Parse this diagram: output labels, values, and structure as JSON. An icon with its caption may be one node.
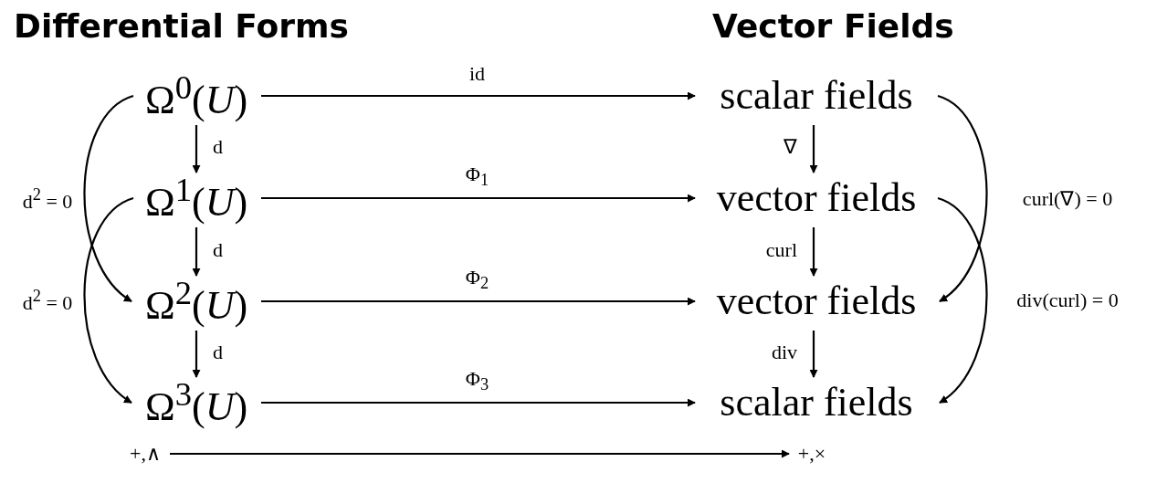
{
  "diagram": {
    "nodes": [
      {
        "text": [
          "Ω$^{0}$(*U*)"
        ]
      },
      {
        "text": [
          "Ω$^{1}$(*U*)"
        ]
      },
      {
        "text": [
          "Ω$^{2}$(*U*)"
        ]
      },
      {
        "text": [
          "Ω$^{3}$(*U*)"
        ]
      },
      {
        "text": [
          "scalar fields"
        ]
      },
      {
        "text": [
          "vector fields"
        ]
      },
      {
        "text": [
          "vector fields"
        ]
      },
      {
        "text": [
          "scalar fields"
        ]
      },
      {
        "text": [
          "+,∧"
        ]
      },
      {
        "text": [
          "+,×"
        ]
      }
    ],
    "edges": [
      {
        "from": 0,
        "to": 4,
        "arrow": "to",
        "label": "id"
      },
      {
        "from": 1,
        "to": 5,
        "arrow": "to",
        "label": "Φ$_{1}$"
      },
      {
        "from": 2,
        "to": 6,
        "arrow": "to",
        "label": "Φ$_{2}$"
      },
      {
        "from": 3,
        "to": 7,
        "arrow": "to",
        "label": "Φ$_{3}$"
      },
      {
        "from": 0,
        "to": 1,
        "arrow": "to",
        "label": "d"
      },
      {
        "from": 1,
        "to": 2,
        "arrow": "to",
        "label": "d"
      },
      {
        "from": 2,
        "to": 3,
        "arrow": "to",
        "label": "d"
      },
      {
        "from": 4,
        "to": 5,
        "arrow": "to",
        "label": "∇"
      },
      {
        "from": 5,
        "to": 6,
        "arrow": "to",
        "label": "curl"
      },
      {
        "from": 6,
        "to": 7,
        "arrow": "to",
        "label": "div"
      },
      {
        "from": 0,
        "to": 2,
        "arrow": "to",
        "label": "d$^{2}$ = 0"
      },
      {
        "from": 1,
        "to": 3,
        "arrow": "to",
        "label": "d$^{2}$ = 0"
      },
      {
        "from": 4,
        "to": 6,
        "arrow": "to",
        "label": "curl(∇) = 0"
      },
      {
        "from": 5,
        "to": 7,
        "arrow": "to",
        "label": "div(curl) = 0"
      },
      {
        "from": 8,
        "to": 9,
        "arrow": "to"
      }
    ],
    "labels": [
      "Differential Forms",
      "Vector Fields"
    ]
  }
}
